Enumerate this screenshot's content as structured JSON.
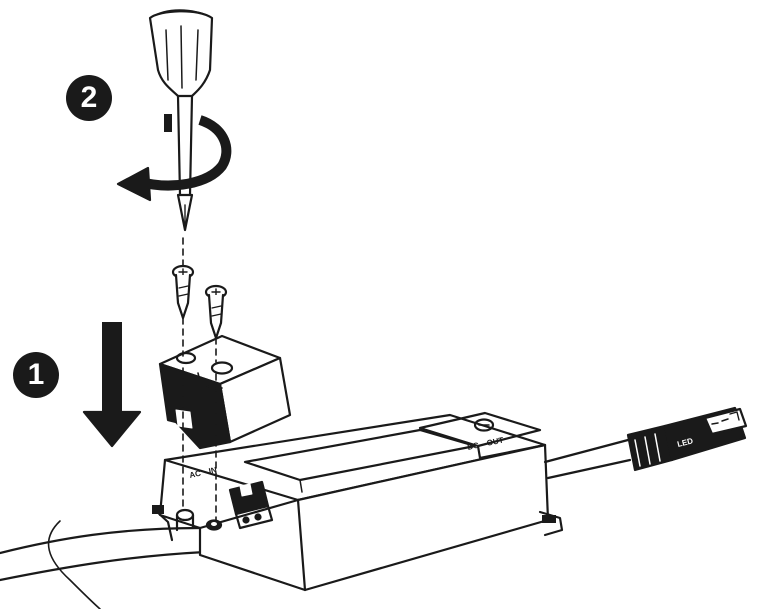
{
  "steps": {
    "first": "1",
    "second": "2"
  },
  "terminal_labels": {
    "input_ac": "AC",
    "input_in": "IN",
    "output_dc": "DC",
    "output_out": "OUT"
  },
  "connector_marking": "LED",
  "colors": {
    "ink": "#1a1a1a",
    "background": "#ffffff"
  },
  "icons": [
    "screwdriver-icon",
    "rotate-arrow-icon",
    "down-arrow-icon",
    "screw-icon",
    "driver-housing-icon",
    "terminal-cover-icon",
    "cable-connector-icon"
  ]
}
